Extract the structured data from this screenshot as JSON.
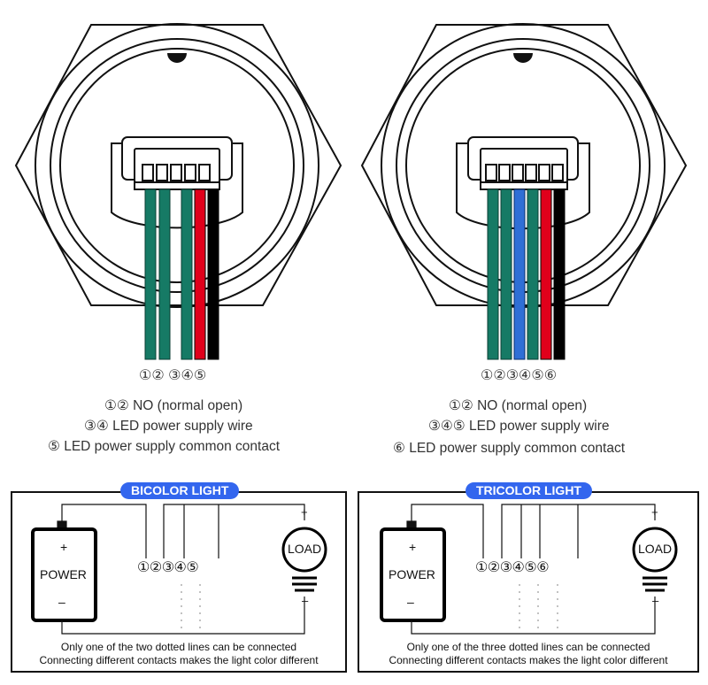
{
  "bicolor": {
    "wire_numbers": "①②  ③④⑤",
    "legend": [
      "①② NO (normal open)",
      "③④  LED power supply wire",
      "⑤  LED power supply common contact"
    ],
    "badge": "BICOLOR LIGHT",
    "power_label": "POWER",
    "load_label": "LOAD",
    "plus": "+",
    "minus": "–",
    "terminals": "①②③④⑤",
    "note_line1": "Only one of the two dotted lines can be connected",
    "note_line2": "Connecting different contacts makes the light color different"
  },
  "tricolor": {
    "wire_numbers": "①②③④⑤⑥",
    "legend": [
      "①② NO (normal open)",
      "③④⑤  LED power supply wire",
      "⑥  LED power supply common contact"
    ],
    "badge": "TRICOLOR LIGHT",
    "power_label": "POWER",
    "load_label": "LOAD",
    "plus": "+",
    "minus": "–",
    "terminals": "①②③④⑤⑥",
    "note_line1": "Only one of the three dotted lines can be connected",
    "note_line2": "Connecting different contacts makes the light color different"
  },
  "colors": {
    "teal": "#167a65",
    "blue": "#2f6fd6",
    "red": "#e0001b",
    "black": "#000000",
    "badge_blue": "#3366ee"
  }
}
